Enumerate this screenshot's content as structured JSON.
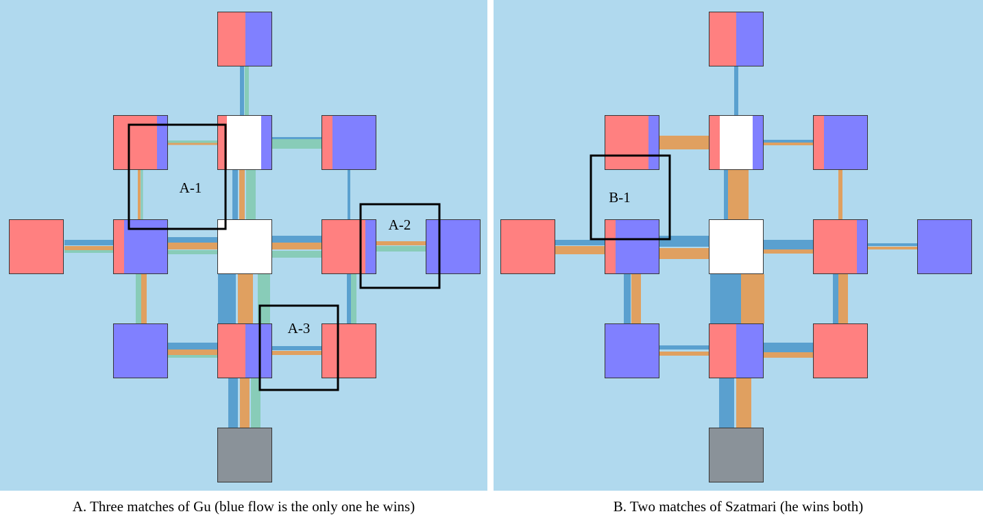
{
  "colors": {
    "background": "#b0d9ee",
    "red": "#ff8080",
    "blue": "#8080ff",
    "white": "#ffffff",
    "gray": "#8a9299",
    "flow_blue": "#5aa0cf",
    "flow_orange": "#e0a060",
    "flow_green": "#88ccb8",
    "box": "#000000"
  },
  "panels": [
    {
      "id": "A",
      "caption": "A. Three matches of Gu (blue flow is the only one he wins)",
      "boxes": [
        {
          "label": "A-1"
        },
        {
          "label": "A-2"
        },
        {
          "label": "A-3"
        }
      ]
    },
    {
      "id": "B",
      "caption": "B. Two matches of Szatmari (he wins both)",
      "boxes": [
        {
          "label": "B-1"
        }
      ]
    }
  ]
}
